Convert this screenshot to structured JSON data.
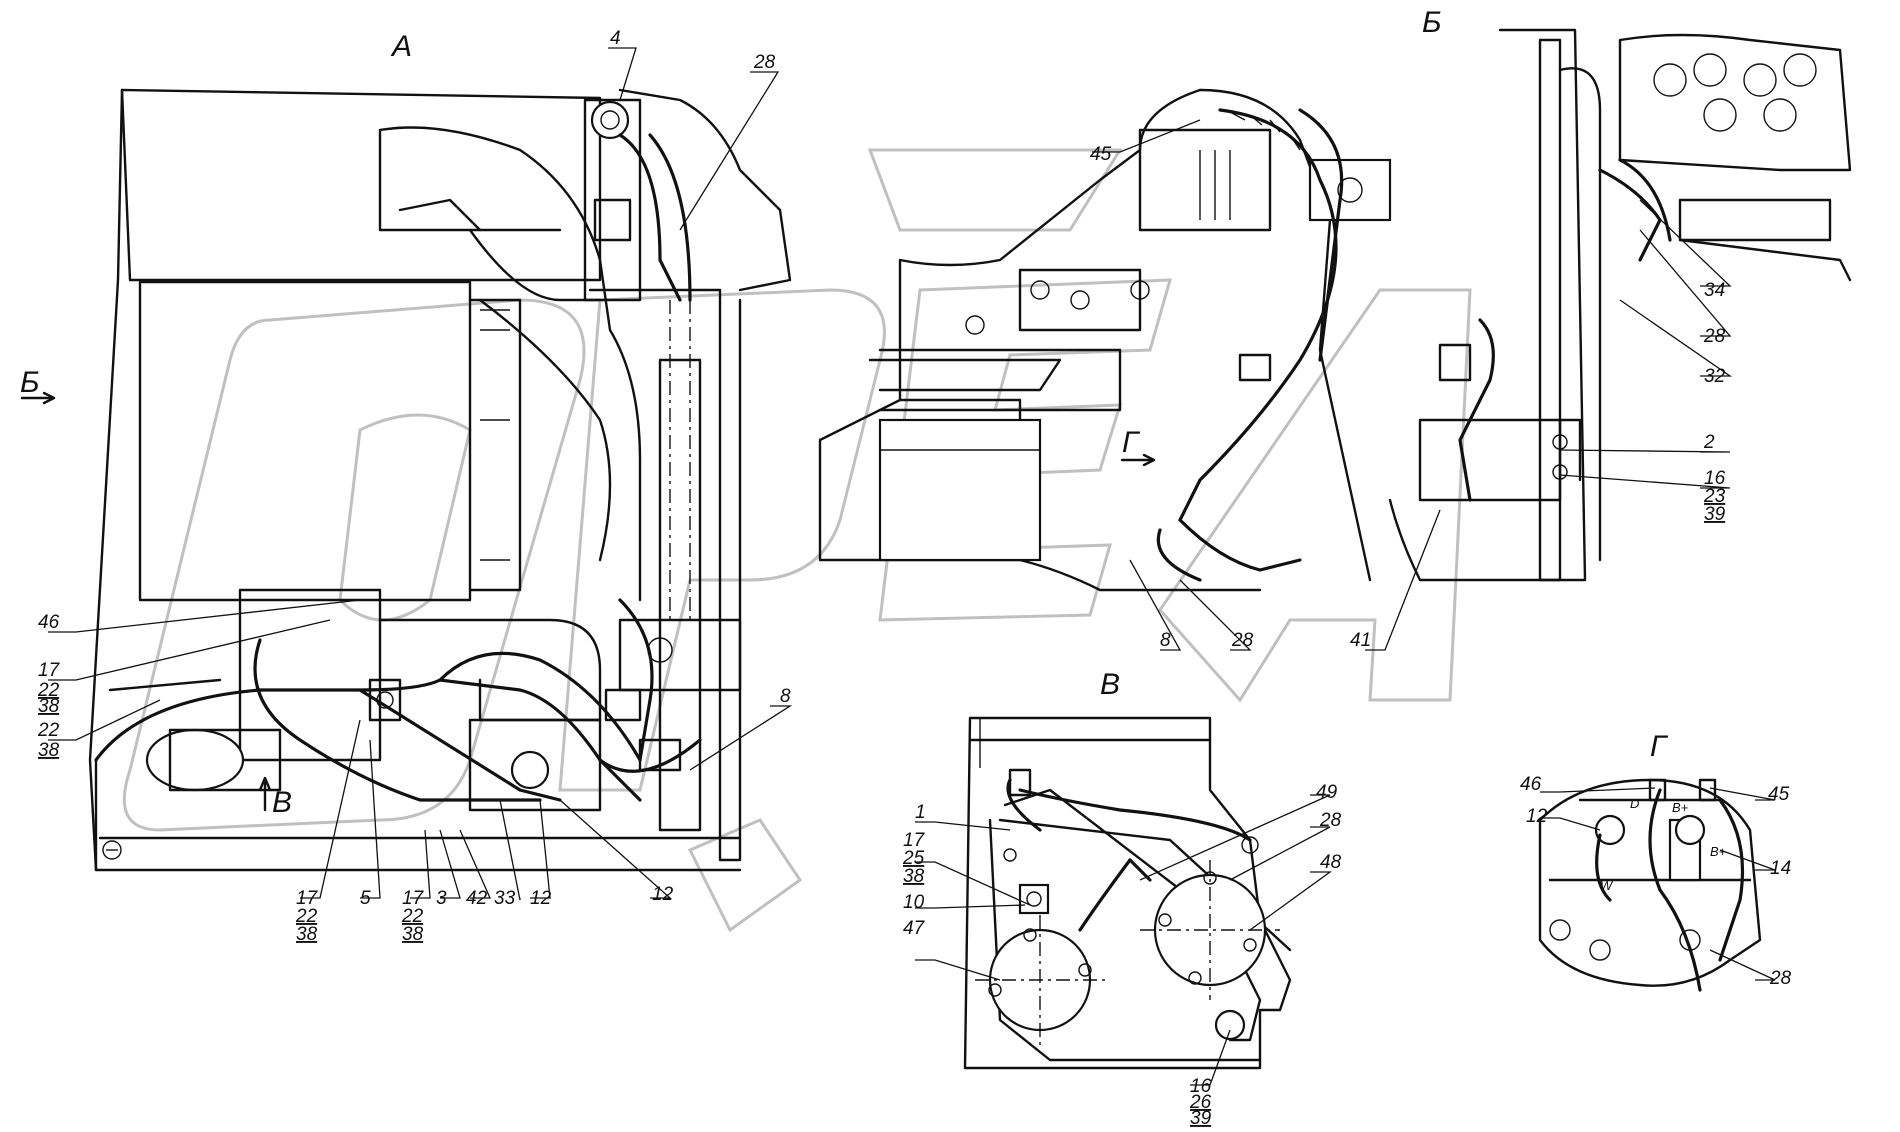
{
  "views": {
    "a": "А",
    "b": "Б",
    "v": "В",
    "g": "Г"
  },
  "view_a": {
    "labels": {
      "l4": "4",
      "l28": "28",
      "l46": "46",
      "l17a": "17",
      "l22a": "22",
      "l38a": "38",
      "l22b": "22",
      "l38b": "38",
      "l8": "8",
      "l12a": "12",
      "l12b": "12",
      "l33": "33",
      "l42": "42",
      "l3": "3",
      "l5": "5",
      "l17b": "17",
      "l22c": "22",
      "l38c": "38",
      "l17c": "17",
      "l22d": "22",
      "l38d": "38"
    }
  },
  "view_b": {
    "labels": {
      "l45": "45",
      "l34": "34",
      "l28a": "28",
      "l32": "32",
      "l2": "2",
      "l16": "16",
      "l23": "23",
      "l39": "39",
      "l8": "8",
      "l28b": "28",
      "l41": "41"
    }
  },
  "view_v": {
    "labels": {
      "l1": "1",
      "l17": "17",
      "l25": "25",
      "l38": "38",
      "l10": "10",
      "l47": "47",
      "l49": "49",
      "l28": "28",
      "l48": "48",
      "l16": "16",
      "l26": "26",
      "l39": "39"
    }
  },
  "view_g": {
    "labels": {
      "l46": "46",
      "l45": "45",
      "l12": "12",
      "l14": "14",
      "l28": "28"
    },
    "terminals": {
      "d": "D",
      "bplus1": "B+",
      "bplus2": "B+",
      "w": "W"
    }
  }
}
